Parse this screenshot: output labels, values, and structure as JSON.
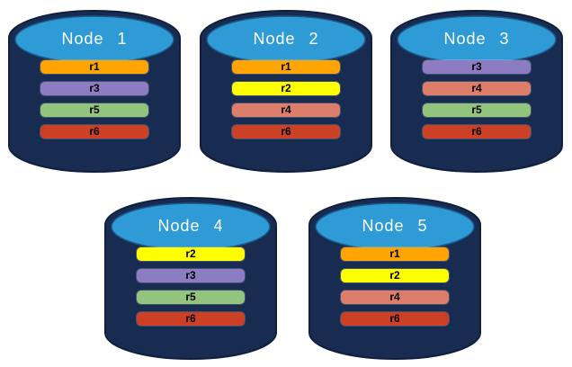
{
  "diagram": {
    "nodes": [
      {
        "id": "node-1",
        "label": "Node 1",
        "replicas": [
          "r1",
          "r3",
          "r5",
          "r6"
        ]
      },
      {
        "id": "node-2",
        "label": "Node 2",
        "replicas": [
          "r1",
          "r2",
          "r4",
          "r6"
        ]
      },
      {
        "id": "node-3",
        "label": "Node 3",
        "replicas": [
          "r3",
          "r4",
          "r5",
          "r6"
        ]
      },
      {
        "id": "node-4",
        "label": "Node 4",
        "replicas": [
          "r2",
          "r3",
          "r5",
          "r6"
        ]
      },
      {
        "id": "node-5",
        "label": "Node 5",
        "replicas": [
          "r1",
          "r2",
          "r4",
          "r6"
        ]
      }
    ],
    "replica_colors": {
      "r1": "#FFA400",
      "r2": "#FFFF00",
      "r3": "#8E7CC3",
      "r4": "#DD7E6B",
      "r5": "#93C47D",
      "r6": "#CC4125"
    },
    "colors": {
      "cylinder_body": "#182C52",
      "cylinder_outline": "#0F1F3D",
      "cylinder_top": "#2F9BD6",
      "cylinder_top_outline": "#1A5A8A",
      "title_text": "#FFFFFF",
      "replica_label_text": "#000000",
      "background": "#FFFFFF"
    }
  }
}
